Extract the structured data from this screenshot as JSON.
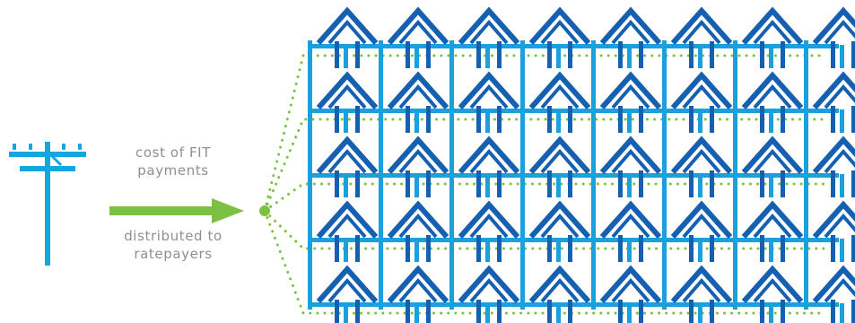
{
  "caption_top": "cost of FIT payments",
  "caption_bottom": "distributed to ratepayers",
  "houses": {
    "rows": 5,
    "columns": 8
  },
  "colors": {
    "pole": "#14a6e0",
    "house_dark": "#1560b0",
    "house_light": "#1aa0dc",
    "arrow": "#7cc143",
    "dots": "#7cc143"
  },
  "icons": [
    "utility-pole-icon",
    "arrow-right-icon",
    "house-icon"
  ]
}
